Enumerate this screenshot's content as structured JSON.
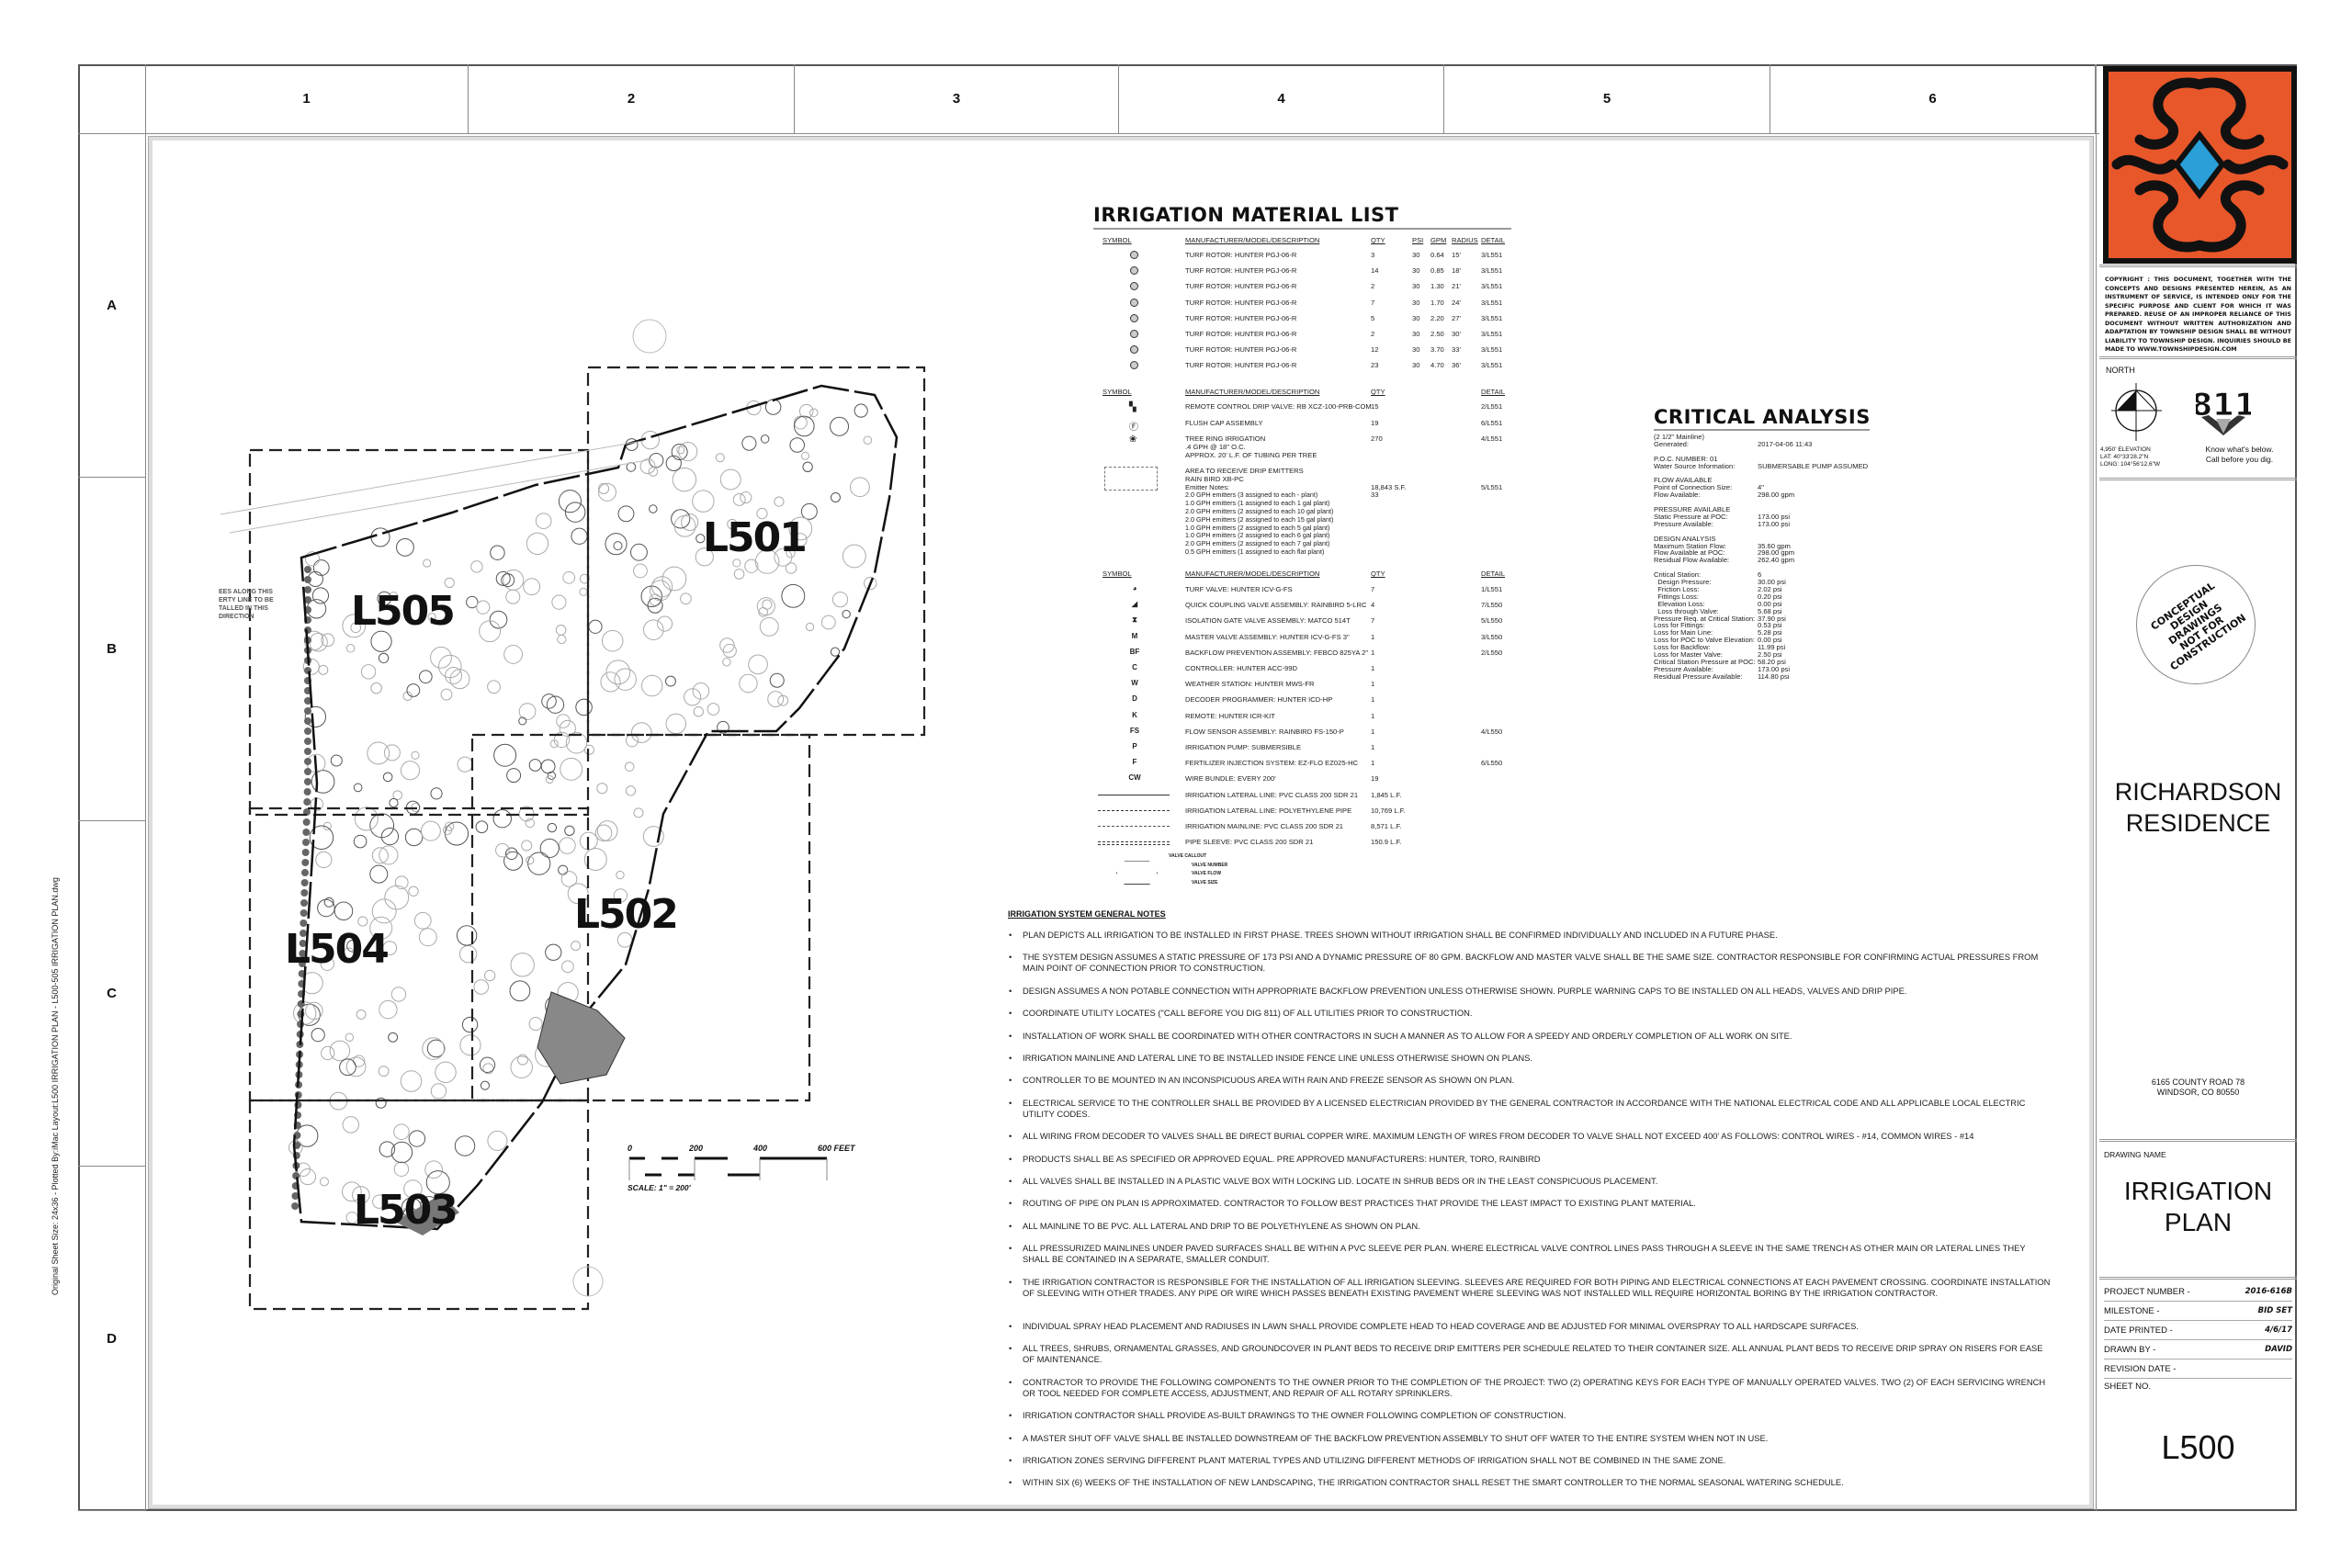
{
  "grid": {
    "columns": [
      "1",
      "2",
      "3",
      "4",
      "5",
      "6"
    ],
    "rows": [
      "A",
      "B",
      "C",
      "D"
    ]
  },
  "side_text": "Original Sheet Size: 24x36 - Plotted By:iMac  Layout:L500 IRRIGATION PLAN - L500-505 IRRIGATION PLAN.dwg",
  "plan": {
    "zones": [
      "L501",
      "L505",
      "L502",
      "L504",
      "L503"
    ],
    "note_left": [
      "EES ALONG THIS",
      "ERTY LINE TO BE",
      "TALLED IN THIS",
      "DIRECTION"
    ],
    "scale": {
      "ticks": [
        "0",
        "200",
        "400",
        "600 FEET"
      ],
      "label": "SCALE: 1\" = 200'"
    }
  },
  "material_list": {
    "title": "IRRIGATION MATERIAL LIST",
    "rotor_headers": [
      "SYMBOL",
      "MANUFACTURER/MODEL/DESCRIPTION",
      "QTY",
      "PSI",
      "GPM",
      "RADIUS",
      "DETAIL"
    ],
    "rotors": [
      {
        "desc": "TURF ROTOR: HUNTER PGJ-06-R",
        "qty": "3",
        "psi": "30",
        "gpm": "0.64",
        "radius": "15'",
        "detail": "3/L551"
      },
      {
        "desc": "TURF ROTOR: HUNTER PGJ-06-R",
        "qty": "14",
        "psi": "30",
        "gpm": "0.85",
        "radius": "18'",
        "detail": "3/L551"
      },
      {
        "desc": "TURF ROTOR: HUNTER PGJ-06-R",
        "qty": "2",
        "psi": "30",
        "gpm": "1.30",
        "radius": "21'",
        "detail": "3/L551"
      },
      {
        "desc": "TURF ROTOR: HUNTER PGJ-06-R",
        "qty": "7",
        "psi": "30",
        "gpm": "1.70",
        "radius": "24'",
        "detail": "3/L551"
      },
      {
        "desc": "TURF ROTOR: HUNTER PGJ-06-R",
        "qty": "5",
        "psi": "30",
        "gpm": "2.20",
        "radius": "27'",
        "detail": "3/L551"
      },
      {
        "desc": "TURF ROTOR: HUNTER PGJ-06-R",
        "qty": "2",
        "psi": "30",
        "gpm": "2.50",
        "radius": "30'",
        "detail": "3/L551"
      },
      {
        "desc": "TURF ROTOR: HUNTER PGJ-06-R",
        "qty": "12",
        "psi": "30",
        "gpm": "3.70",
        "radius": "33'",
        "detail": "3/L551"
      },
      {
        "desc": "TURF ROTOR: HUNTER PGJ-06-R",
        "qty": "23",
        "psi": "30",
        "gpm": "4.70",
        "radius": "36'",
        "detail": "3/L551"
      }
    ],
    "headers": [
      "SYMBOL",
      "MANUFACTURER/MODEL/DESCRIPTION",
      "QTY",
      "DETAIL"
    ],
    "drip": [
      {
        "desc": [
          "REMOTE CONTROL DRIP VALVE: RB XCZ-100-PRB-COM"
        ],
        "qty": "15",
        "detail": "2/L551"
      },
      {
        "desc": [
          "FLUSH CAP ASSEMBLY"
        ],
        "qty": "19",
        "detail": "6/L551"
      },
      {
        "desc": [
          "TREE RING IRRIGATION",
          ".4 GPH @ 18\" O.C.",
          "APPROX. 20' L.F. OF TUBING PER TREE"
        ],
        "qty": "270",
        "detail": "4/L551"
      },
      {
        "desc": [
          "AREA TO RECEIVE DRIP EMITTERS",
          "RAIN BIRD XB-PC",
          "Emitter Notes:",
          "2.0 GPH emitters (3 assigned to each - plant)",
          "1.0 GPH emitters (1 assigned to each 1 gal plant)",
          "2.0 GPH emitters (2 assigned to each 10 gal plant)",
          "2.0 GPH emitters (2 assigned to each 15 gal plant)",
          "1.0 GPH emitters (2 assigned to each 5 gal plant)",
          "1.0 GPH emitters (2 assigned to each 6 gal plant)",
          "2.0 GPH emitters (2 assigned to each 7 gal plant)",
          "0.5 GPH emitters (1 assigned to each flat plant)"
        ],
        "qty": "18,843 S.F.",
        "qty2": "33",
        "detail": "5/L551"
      }
    ],
    "equipment": [
      {
        "sym": "◕",
        "desc": "TURF VALVE: HUNTER ICV-G-FS",
        "qty": "7",
        "detail": "1/L551"
      },
      {
        "sym": "◢",
        "desc": "QUICK COUPLING VALVE ASSEMBLY: RAINBIRD 5-LRC",
        "qty": "4",
        "detail": "7/L550"
      },
      {
        "sym": "⧗",
        "desc": "ISOLATION GATE VALVE ASSEMBLY: MATCO 514T",
        "qty": "7",
        "detail": "5/L550"
      },
      {
        "sym": "M",
        "desc": "MASTER VALVE ASSEMBLY: HUNTER ICV-G-FS 3\"",
        "qty": "1",
        "detail": "3/L550"
      },
      {
        "sym": "BF",
        "desc": "BACKFLOW PREVENTION ASSEMBLY: FEBCO 825YA 2\"",
        "qty": "1",
        "detail": "2/L550"
      },
      {
        "sym": "C",
        "desc": "CONTROLLER: HUNTER ACC-99D",
        "qty": "1",
        "detail": ""
      },
      {
        "sym": "W",
        "desc": "WEATHER STATION: HUNTER MWS-FR",
        "qty": "1",
        "detail": ""
      },
      {
        "sym": "D",
        "desc": "DECODER PROGRAMMER: HUNTER ICD-HP",
        "qty": "1",
        "detail": ""
      },
      {
        "sym": "K",
        "desc": "REMOTE: HUNTER ICR-KIT",
        "qty": "1",
        "detail": ""
      },
      {
        "sym": "FS",
        "desc": "FLOW SENSOR ASSEMBLY: RAINBIRD FS-150-P",
        "qty": "1",
        "detail": "4/L550"
      },
      {
        "sym": "P",
        "desc": "IRRIGATION PUMP: SUBMERSIBLE",
        "qty": "1",
        "detail": ""
      },
      {
        "sym": "F",
        "desc": "FERTILIZER INJECTION SYSTEM: EZ-FLO EZ025-HC",
        "qty": "1",
        "detail": "6/L550"
      },
      {
        "sym": "CW",
        "desc": "WIRE BUNDLE: EVERY 200'",
        "qty": "19",
        "detail": ""
      },
      {
        "sym": "line-solid",
        "desc": "IRRIGATION LATERAL LINE: PVC CLASS 200 SDR 21",
        "qty": "1,845 L.F.",
        "detail": ""
      },
      {
        "sym": "line-dash",
        "desc": "IRRIGATION LATERAL LINE: POLYETHYLENE PIPE",
        "qty": "10,769 L.F.",
        "detail": ""
      },
      {
        "sym": "line-longdash",
        "desc": "IRRIGATION MAINLINE: PVC CLASS 200 SDR 21",
        "qty": "8,571 L.F.",
        "detail": ""
      },
      {
        "sym": "line-double",
        "desc": "PIPE SLEEVE: PVC CLASS 200 SDR 21",
        "qty": "150.9 L.F.",
        "detail": ""
      }
    ],
    "callout": [
      "VALVE CALLOUT",
      "VALVE NUMBER",
      "VALVE FLOW",
      "VALVE SIZE"
    ]
  },
  "critical_analysis": {
    "title": "CRITICAL ANALYSIS",
    "rows": [
      [
        "(2 1/2\" Mainline)",
        ""
      ],
      [
        "Generated:",
        "2017-04-06 11:43"
      ],
      [
        "",
        ""
      ],
      [
        "P.O.C. NUMBER: 01",
        ""
      ],
      [
        "Water Source Information:",
        "SUBMERSABLE PUMP ASSUMED"
      ],
      [
        "",
        ""
      ],
      [
        "FLOW AVAILABLE",
        ""
      ],
      [
        "Point of Connection Size:",
        "4\""
      ],
      [
        "Flow Available:",
        "298.00 gpm"
      ],
      [
        "",
        ""
      ],
      [
        "PRESSURE AVAILABLE",
        ""
      ],
      [
        "Static Pressure at POC:",
        "173.00 psi"
      ],
      [
        "Pressure Available:",
        "173.00 psi"
      ],
      [
        "",
        ""
      ],
      [
        "DESIGN ANALYSIS",
        ""
      ],
      [
        "Maximum Station Flow:",
        "35.60 gpm"
      ],
      [
        "Flow Available at POC:",
        "298.00 gpm"
      ],
      [
        "Residual Flow Available:",
        "262.40 gpm"
      ],
      [
        "",
        ""
      ],
      [
        "Critical Station:",
        "6"
      ],
      [
        "  Design Pressure:",
        "30.00 psi"
      ],
      [
        "  Friction Loss:",
        "2.02 psi"
      ],
      [
        "  Fittings Loss:",
        "0.20 psi"
      ],
      [
        "  Elevation Loss:",
        "0.00 psi"
      ],
      [
        "  Loss through Valve:",
        "5.68 psi"
      ],
      [
        "Pressure Req. at Critical Station:",
        "37.90 psi"
      ],
      [
        "Loss for Fittings:",
        "0.53 psi"
      ],
      [
        "Loss for Main Line:",
        "5.28 psi"
      ],
      [
        "Loss for POC to Valve Elevation:",
        "0.00 psi"
      ],
      [
        "Loss for Backflow:",
        "11.99 psi"
      ],
      [
        "Loss for Master Valve:",
        "2.50 psi"
      ],
      [
        "Critical Station Pressure at POC:",
        "58.20 psi"
      ],
      [
        "Pressure Available:",
        "173.00 psi"
      ],
      [
        "Residual Pressure Available:",
        "114.80 psi"
      ]
    ]
  },
  "notes": {
    "title": "IRRIGATION SYSTEM GENERAL NOTES",
    "items": [
      "PLAN DEPICTS ALL IRRIGATION TO BE INSTALLED IN FIRST PHASE. TREES SHOWN WITHOUT IRRIGATION SHALL BE CONFIRMED INDIVIDUALLY AND INCLUDED IN A FUTURE PHASE.",
      "THE SYSTEM DESIGN ASSUMES A STATIC PRESSURE OF 173 PSI AND A DYNAMIC PRESSURE OF 80 GPM. BACKFLOW AND MASTER VALVE SHALL BE THE SAME SIZE. CONTRACTOR RESPONSIBLE FOR CONFIRMING ACTUAL PRESSURES FROM MAIN POINT OF CONNECTION PRIOR TO CONSTRUCTION.",
      "DESIGN ASSUMES A NON POTABLE CONNECTION WITH APPROPRIATE BACKFLOW PREVENTION UNLESS OTHERWISE SHOWN. PURPLE WARNING CAPS TO BE INSTALLED ON ALL HEADS, VALVES AND DRIP PIPE.",
      "COORDINATE UTILITY LOCATES (\"CALL BEFORE YOU DIG 811) OF ALL UTILITIES PRIOR TO CONSTRUCTION.",
      "INSTALLATION OF WORK SHALL BE COORDINATED WITH OTHER CONTRACTORS IN SUCH A MANNER AS TO ALLOW FOR A SPEEDY AND ORDERLY COMPLETION OF ALL WORK ON SITE.",
      "IRRIGATION MAINLINE AND LATERAL LINE TO BE INSTALLED INSIDE FENCE LINE UNLESS OTHERWISE SHOWN ON PLANS.",
      "CONTROLLER TO BE MOUNTED IN AN INCONSPICUOUS AREA WITH RAIN AND FREEZE SENSOR AS SHOWN ON PLAN.",
      "ELECTRICAL SERVICE TO THE CONTROLLER SHALL BE PROVIDED BY A LICENSED ELECTRICIAN PROVIDED BY THE GENERAL CONTRACTOR IN ACCORDANCE WITH THE NATIONAL ELECTRICAL CODE AND ALL APPLICABLE LOCAL ELECTRIC UTILITY CODES.",
      "ALL WIRING FROM DECODER TO VALVES SHALL BE DIRECT BURIAL COPPER WIRE. MAXIMUM LENGTH OF WIRES FROM DECODER TO VALVE SHALL NOT EXCEED 400' AS FOLLOWS: CONTROL WIRES - #14, COMMON WIRES - #14",
      "PRODUCTS SHALL BE AS SPECIFIED OR APPROVED EQUAL. PRE APPROVED MANUFACTURERS: HUNTER, TORO, RAINBIRD",
      "ALL VALVES SHALL BE INSTALLED IN A PLASTIC VALVE BOX WITH LOCKING LID. LOCATE IN SHRUB BEDS OR IN THE LEAST CONSPICUOUS PLACEMENT.",
      "ROUTING OF PIPE ON PLAN IS APPROXIMATED. CONTRACTOR TO FOLLOW BEST PRACTICES THAT PROVIDE THE LEAST IMPACT TO EXISTING PLANT MATERIAL.",
      "ALL MAINLINE TO BE PVC. ALL LATERAL AND DRIP TO BE POLYETHYLENE AS SHOWN ON PLAN.",
      "ALL PRESSURIZED MAINLINES UNDER PAVED SURFACES SHALL BE WITHIN A PVC SLEEVE PER PLAN. WHERE ELECTRICAL VALVE CONTROL LINES PASS THROUGH A SLEEVE IN THE SAME TRENCH AS OTHER MAIN OR LATERAL LINES THEY SHALL BE CONTAINED IN A SEPARATE, SMALLER CONDUIT.",
      "THE IRRIGATION CONTRACTOR IS RESPONSIBLE FOR THE INSTALLATION OF ALL IRRIGATION SLEEVING. SLEEVES ARE REQUIRED FOR BOTH PIPING AND ELECTRICAL CONNECTIONS AT EACH PAVEMENT CROSSING. COORDINATE INSTALLATION OF SLEEVING WITH OTHER TRADES. ANY PIPE OR WIRE WHICH PASSES BENEATH EXISTING PAVEMENT WHERE SLEEVING WAS NOT INSTALLED WILL REQUIRE HORIZONTAL BORING BY THE IRRIGATION CONTRACTOR.",
      "INDIVIDUAL SPRAY HEAD PLACEMENT AND RADIUSES IN LAWN SHALL PROVIDE COMPLETE HEAD TO HEAD COVERAGE AND BE ADJUSTED FOR MINIMAL OVERSPRAY TO ALL HARDSCAPE SURFACES.",
      "ALL TREES, SHRUBS, ORNAMENTAL GRASSES, AND GROUNDCOVER IN PLANT BEDS TO RECEIVE DRIP EMITTERS PER SCHEDULE RELATED TO THEIR CONTAINER SIZE. ALL ANNUAL PLANT BEDS TO RECEIVE DRIP SPRAY ON RISERS FOR EASE OF MAINTENANCE.",
      "CONTRACTOR TO PROVIDE THE FOLLOWING COMPONENTS TO THE OWNER PRIOR TO THE COMPLETION OF THE PROJECT: TWO (2) OPERATING KEYS FOR EACH TYPE OF MANUALLY OPERATED VALVES. TWO (2) OF EACH SERVICING WRENCH OR TOOL NEEDED FOR COMPLETE ACCESS, ADJUSTMENT, AND REPAIR OF ALL ROTARY SPRINKLERS.",
      "IRRIGATION CONTRACTOR SHALL PROVIDE AS-BUILT DRAWINGS TO THE OWNER FOLLOWING COMPLETION OF CONSTRUCTION.",
      "A MASTER SHUT OFF VALVE SHALL BE INSTALLED DOWNSTREAM OF THE BACKFLOW PREVENTION ASSEMBLY TO SHUT OFF WATER TO THE ENTIRE SYSTEM WHEN NOT IN USE.",
      "IRRIGATION ZONES SERVING DIFFERENT PLANT MATERIAL TYPES AND UTILIZING DIFFERENT METHODS OF IRRIGATION SHALL NOT BE COMBINED IN THE SAME ZONE.",
      "WITHIN SIX (6) WEEKS OF THE INSTALLATION OF NEW LANDSCAPING, THE IRRIGATION CONTRACTOR SHALL RESET THE SMART CONTROLLER TO THE NORMAL SEASONAL WATERING SCHEDULE."
    ]
  },
  "title_block": {
    "logo_colors": {
      "orange": "#e8572a",
      "blue": "#2a9fd8",
      "black": "#111111"
    },
    "copyright": "COPYRIGHT : THIS DOCUMENT, TOGETHER WITH THE CONCEPTS AND DESIGNS PRESENTED HEREIN, AS AN INSTRUMENT OF SERVICE, IS INTENDED ONLY FOR THE SPECIFIC PURPOSE AND CLIENT FOR WHICH IT WAS PREPARED. REUSE OF AN IMPROPER RELIANCE OF THIS DOCUMENT WITHOUT WRITTEN AUTHORIZATION AND ADAPTATION BY TOWNSHIP DESIGN SHALL BE WITHOUT LIABILITY TO TOWNSHIP DESIGN. INQUIRIES SHOULD BE MADE TO WWW.TOWNSHIPDESIGN.COM",
    "north_label": "NORTH",
    "site_info": [
      "4,950' ELEVATION",
      "LAT: 40°33'28.2\"N",
      "LONG: 104°56'12.6\"W"
    ],
    "dig_logo": "811",
    "dig_text": [
      "Know what's below.",
      "Call before you dig."
    ],
    "stamp": [
      "CONCEPTUAL",
      "DESIGN",
      "DRAWINGS",
      "NOT FOR",
      "CONSTRUCTION"
    ],
    "project_name": [
      "RICHARDSON",
      "RESIDENCE"
    ],
    "address": [
      "6165 COUNTY ROAD 78",
      "WINDSOR, CO 80550"
    ],
    "drawing_name_label": "DRAWING NAME",
    "drawing_name": [
      "IRRIGATION",
      "PLAN"
    ],
    "fields": [
      {
        "label": "PROJECT NUMBER -",
        "value": "2016-616B"
      },
      {
        "label": "MILESTONE -",
        "value": "BID SET"
      },
      {
        "label": "DATE PRINTED -",
        "value": "4/6/17"
      },
      {
        "label": "DRAWN BY -",
        "value": "DAVID"
      },
      {
        "label": "REVISION DATE -",
        "value": ""
      }
    ],
    "sheet_label": "SHEET NO.",
    "sheet_no": "L500"
  }
}
